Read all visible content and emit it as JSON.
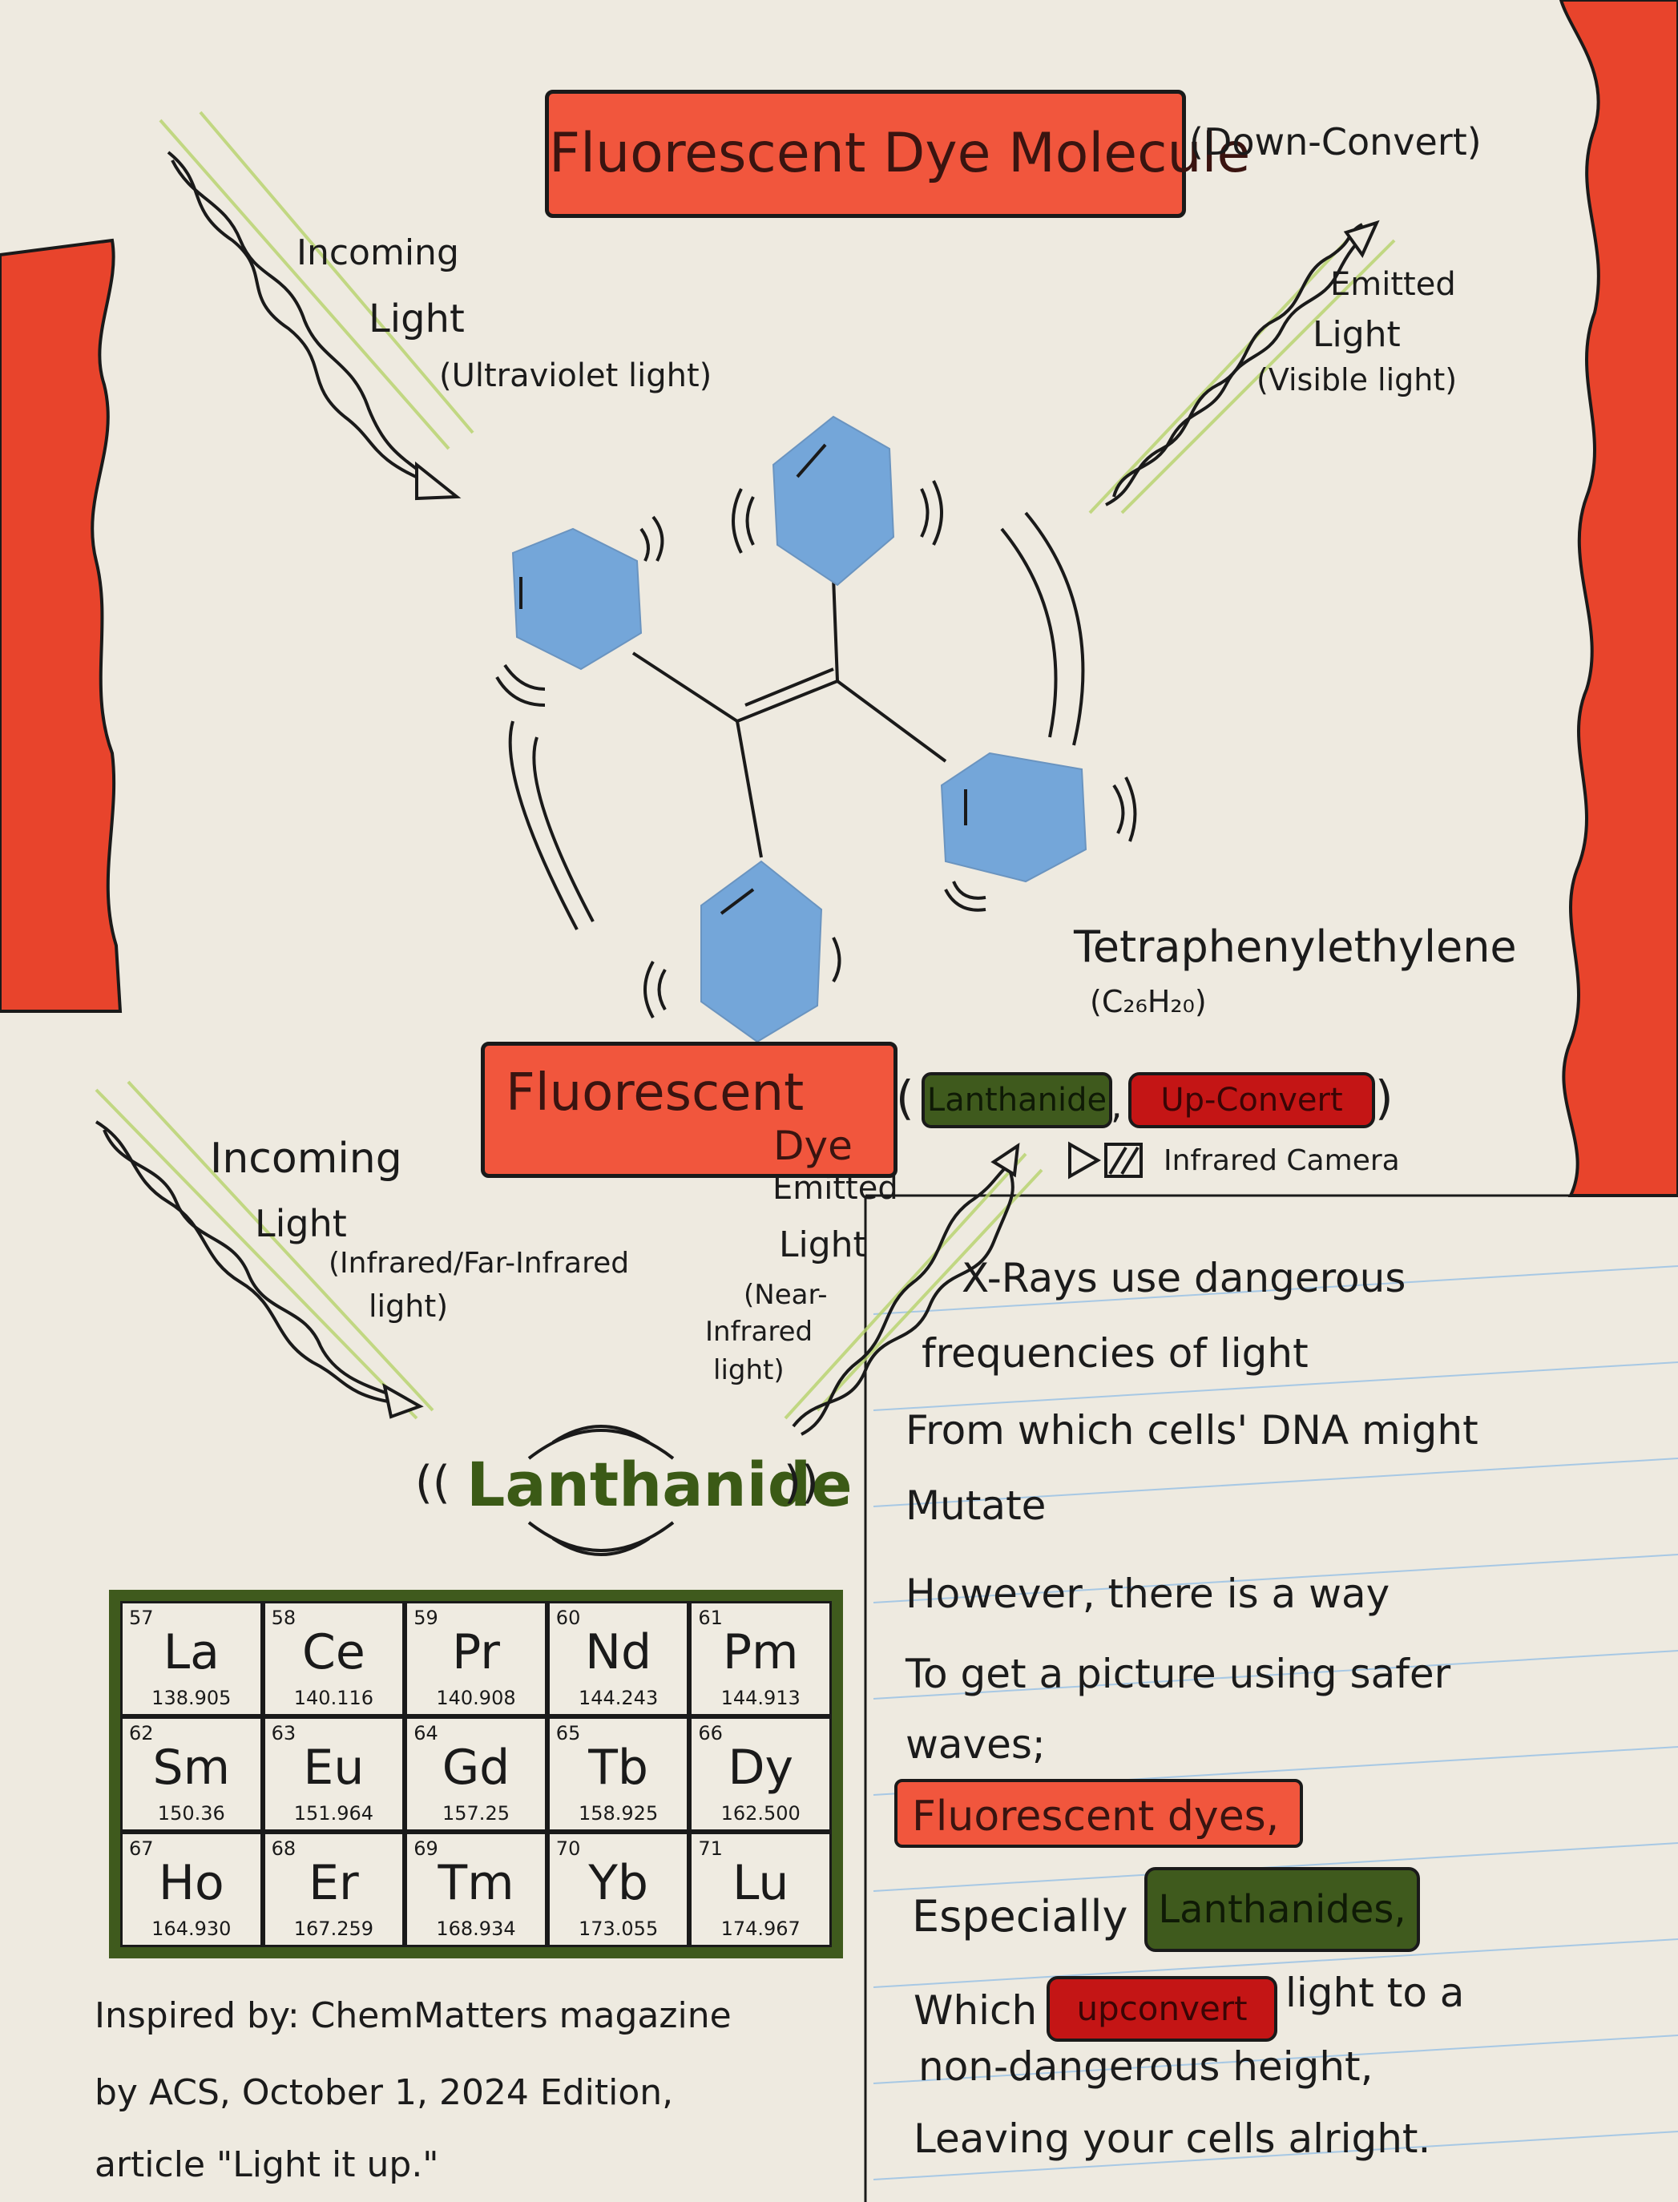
{
  "colors": {
    "paper": "#eeeae0",
    "red_border": "#e8442c",
    "red_highlight": "#f1563d",
    "dark_red": "#c41515",
    "lanthanide_green": "#3f5a1d",
    "hexagon_blue": "#74a6d9",
    "glow_green": "#b7d36b"
  },
  "top": {
    "title": "Fluorescent Dye Molecule",
    "title_suffix": "(Down-Convert)",
    "incoming_1": "Incoming",
    "incoming_2": "Light",
    "incoming_3": "(Ultraviolet light)",
    "emitted_1": "Emitted",
    "emitted_2": "Light",
    "emitted_3": "(Visible light)",
    "molecule_name": "Tetraphenylethylene",
    "molecule_formula": "(C₂₆H₂₀)"
  },
  "middle": {
    "title_line1": "Fluorescent",
    "title_line2": "Dye",
    "paren_open": "(",
    "lanthanide_label": "Lanthanide",
    "comma": ",",
    "upconvert_label": "Up-Convert",
    "paren_close": ")",
    "camera_icon": "infrared-camera-icon",
    "camera_label": "Infrared Camera",
    "incoming_1": "Incoming",
    "incoming_2": "Light",
    "incoming_3": "(Infrared/Far-Infrared",
    "incoming_4": "light)",
    "emitted_1": "Emitted",
    "emitted_2": "Light",
    "emitted_3": "(Near-",
    "emitted_4": "Infrared",
    "emitted_5": "light)",
    "lanthanide_big": "Lanthanide",
    "lanthanide_paren_l": "((",
    "lanthanide_paren_r": "))"
  },
  "periodic_table": [
    {
      "num": "57",
      "sym": "La",
      "mass": "138.905"
    },
    {
      "num": "58",
      "sym": "Ce",
      "mass": "140.116"
    },
    {
      "num": "59",
      "sym": "Pr",
      "mass": "140.908"
    },
    {
      "num": "60",
      "sym": "Nd",
      "mass": "144.243"
    },
    {
      "num": "61",
      "sym": "Pm",
      "mass": "144.913"
    },
    {
      "num": "62",
      "sym": "Sm",
      "mass": "150.36"
    },
    {
      "num": "63",
      "sym": "Eu",
      "mass": "151.964"
    },
    {
      "num": "64",
      "sym": "Gd",
      "mass": "157.25"
    },
    {
      "num": "65",
      "sym": "Tb",
      "mass": "158.925"
    },
    {
      "num": "66",
      "sym": "Dy",
      "mass": "162.500"
    },
    {
      "num": "67",
      "sym": "Ho",
      "mass": "164.930"
    },
    {
      "num": "68",
      "sym": "Er",
      "mass": "167.259"
    },
    {
      "num": "69",
      "sym": "Tm",
      "mass": "168.934"
    },
    {
      "num": "70",
      "sym": "Yb",
      "mass": "173.055"
    },
    {
      "num": "71",
      "sym": "Lu",
      "mass": "174.967"
    }
  ],
  "credit": {
    "line1": "Inspired by: ChemMatters magazine",
    "line2": "by ACS, October 1, 2024 Edition,",
    "line3": "article \"Light it up.\""
  },
  "poem": {
    "line1": "X-Rays use dangerous",
    "line2": "frequencies of light",
    "line3": "From which cells' DNA might",
    "line4": "Mutate",
    "line5": "However, there is a way",
    "line6": "To get a picture using safer",
    "line7": "waves;",
    "line8": "Fluorescent dyes,",
    "line9_prefix": "Especially",
    "line9_badge": "Lanthanides,",
    "line10_prefix": "Which",
    "line10_badge": "upconvert",
    "line10_suffix": "light to a",
    "line11": "non-dangerous height,",
    "line12": "Leaving your cells alright."
  }
}
